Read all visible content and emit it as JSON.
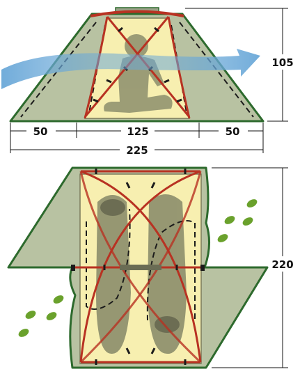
{
  "diagram": {
    "side_view": {
      "height_label": "105",
      "left_vestibule_label": "50",
      "inner_width_label": "125",
      "right_vestibule_label": "50",
      "total_length_label": "225"
    },
    "top_view": {
      "length_label": "220"
    }
  },
  "colors": {
    "background": "#ffffff",
    "fly_fill": "#b8c2a2",
    "fly_outline": "#2d6a2d",
    "inner_tent_fill": "#f7efb0",
    "pole": "#b83222",
    "airflow": "#6aa8d8",
    "silhouette": "#8c8e6c",
    "footprints": "#6aa12c"
  },
  "icons": [
    "person-silhouette-icon",
    "sleeping-bag-icon",
    "footprints-icon",
    "airflow-arrow-icon"
  ]
}
